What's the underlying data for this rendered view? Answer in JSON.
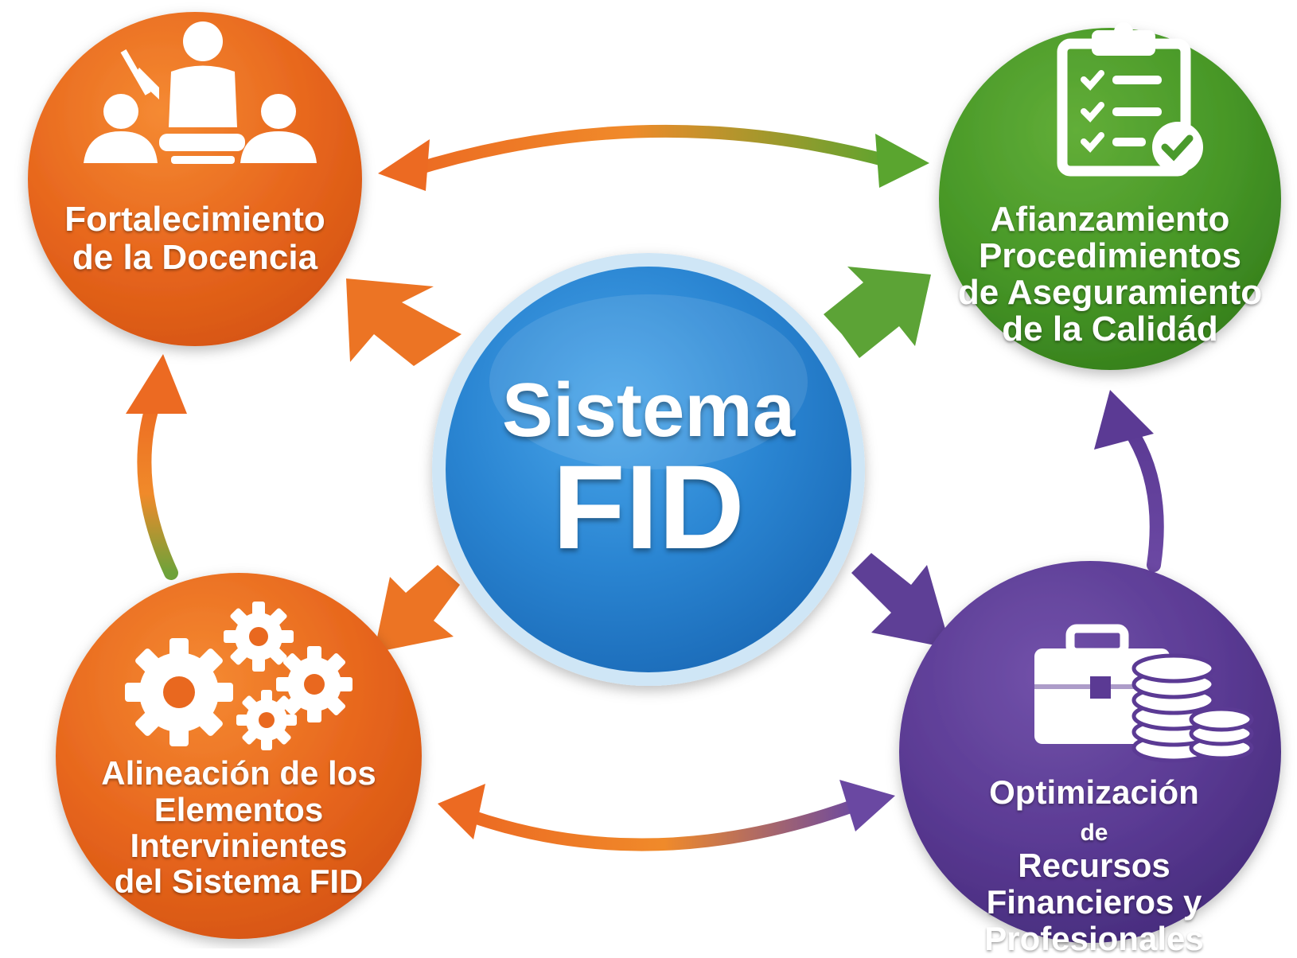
{
  "diagram": {
    "center": {
      "line1": "Sistema",
      "line2": "FID",
      "color": "#2a86d3"
    },
    "nodes": {
      "top_left": {
        "label": "Fortalecimiento\nde la Docencia",
        "icon": "teacher-classroom-icon",
        "color": "#e9681f"
      },
      "top_right": {
        "label": "Afianzamiento\nProcedimientos\nde Aseguramiento\nde la Calidád",
        "icon": "clipboard-checklist-icon",
        "color": "#4a9a2b"
      },
      "bottom_left": {
        "label": "Alineación de los\nElementos Intervinientes\ndel Sistema FID",
        "icon": "gears-icon",
        "color": "#e9681f"
      },
      "bottom_right": {
        "label_a": "Optimización",
        "label_b": "de",
        "label_c": "Recursos",
        "label_rest": "Financieros y\nProfesionales",
        "icon": "briefcase-coins-icon",
        "color": "#5b3a94"
      }
    },
    "colors": {
      "orange": "#ec7424",
      "green": "#5ca336",
      "purple": "#5e3f96",
      "blue": "#2a86d3"
    }
  }
}
